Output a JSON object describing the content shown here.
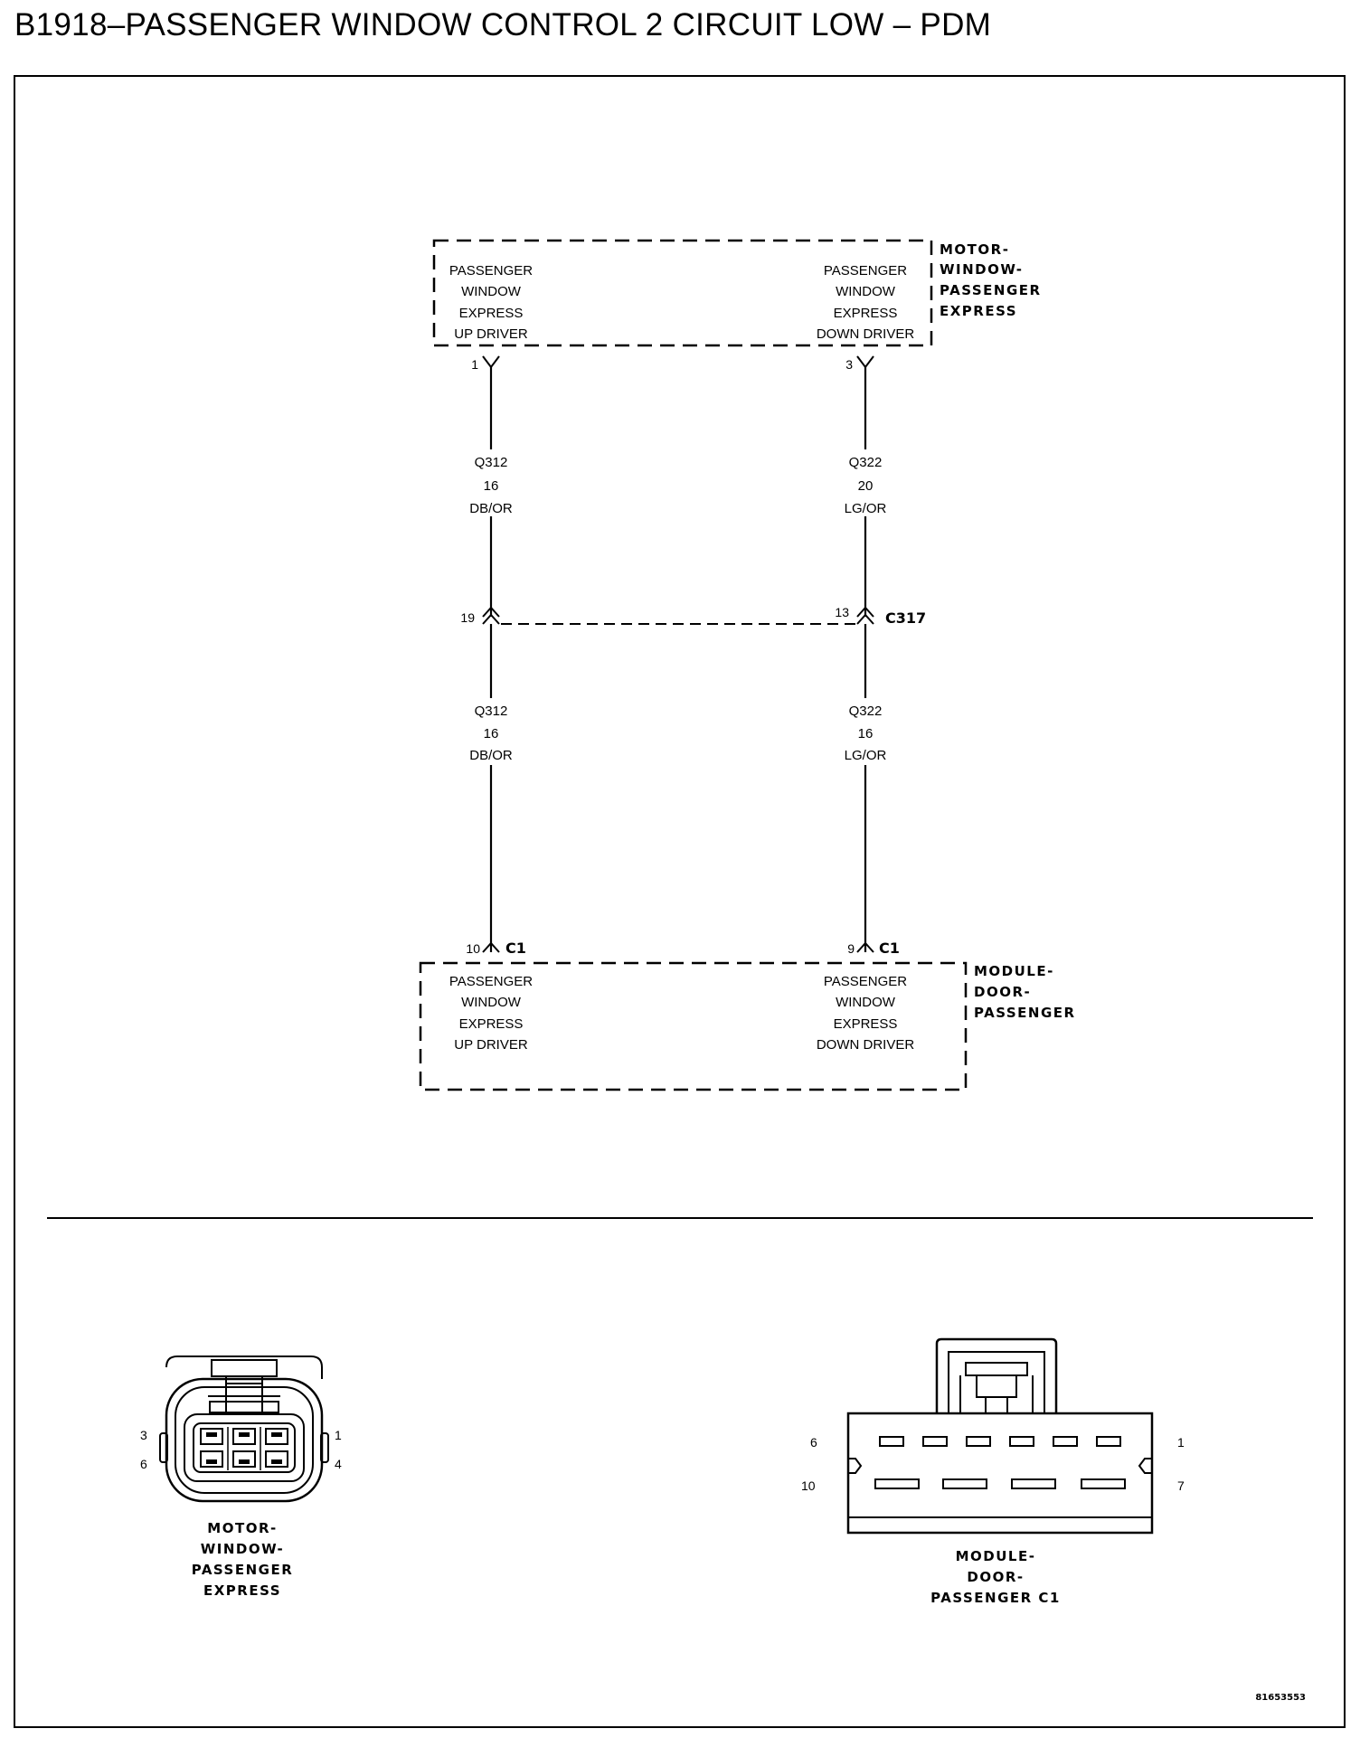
{
  "title": "B1918–PASSENGER WINDOW CONTROL 2 CIRCUIT LOW – PDM",
  "components": {
    "motor": {
      "name_lines": [
        "MOTOR-",
        "WINDOW-",
        "PASSENGER",
        "EXPRESS"
      ],
      "left_label": [
        "PASSENGER",
        "WINDOW",
        "EXPRESS",
        "UP DRIVER"
      ],
      "right_label": [
        "PASSENGER",
        "WINDOW",
        "EXPRESS",
        "DOWN DRIVER"
      ],
      "left_pin": "1",
      "right_pin": "3"
    },
    "module": {
      "name_lines": [
        "MODULE-",
        "DOOR-",
        "PASSENGER"
      ],
      "left_label": [
        "PASSENGER",
        "WINDOW",
        "EXPRESS",
        "UP DRIVER"
      ],
      "right_label": [
        "PASSENGER",
        "WINDOW",
        "EXPRESS",
        "DOWN DRIVER"
      ],
      "left_pin": "10",
      "right_pin": "9",
      "connector": "C1"
    }
  },
  "wires": {
    "left_upper": [
      "Q312",
      "16",
      "DB/OR"
    ],
    "right_upper": [
      "Q322",
      "20",
      "LG/OR"
    ],
    "left_lower": [
      "Q312",
      "16",
      "DB/OR"
    ],
    "right_lower": [
      "Q322",
      "16",
      "LG/OR"
    ]
  },
  "inline_connector": {
    "name": "C317",
    "left_pin": "19",
    "right_pin": "13"
  },
  "connector_views": {
    "motor": {
      "name_lines": [
        "MOTOR-",
        "WINDOW-",
        "PASSENGER",
        "EXPRESS"
      ],
      "pins": {
        "top_left": "3",
        "bottom_left": "6",
        "top_right": "1",
        "bottom_right": "4"
      }
    },
    "module": {
      "name_lines": [
        "MODULE-",
        "DOOR-",
        "PASSENGER C1"
      ],
      "pins": {
        "top_left": "6",
        "bottom_left": "10",
        "top_right": "1",
        "bottom_right": "7"
      }
    }
  },
  "figure_id": "81653553"
}
